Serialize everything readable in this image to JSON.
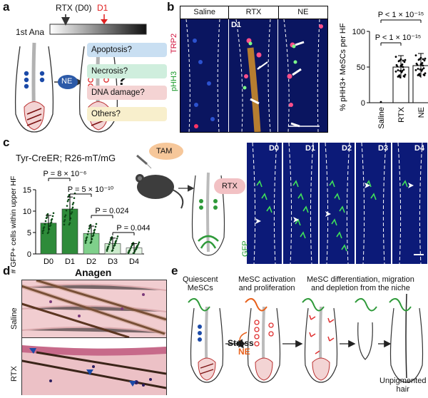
{
  "panel_a": {
    "label": "a",
    "rtx_label": "RTX (D0)",
    "d1_label": "D1",
    "phase_label": "1st Ana",
    "ne_label": "NE",
    "question_mark": "?",
    "options": [
      "Apoptosis?",
      "Necrosis?",
      "DNA damage?",
      "Others?"
    ],
    "option_colors": [
      "#c9dff2",
      "#cfeedd",
      "#f4d3d3",
      "#f8efcc"
    ]
  },
  "panel_b": {
    "label": "b",
    "conditions": [
      "Saline",
      "RTX",
      "NE"
    ],
    "day_label": "D1",
    "stain_pos": "pHH3",
    "stain_neg": "TRP2",
    "p_value_1": "P < 1 × 10⁻¹⁵",
    "p_value_2": "P < 1 × 10⁻¹⁵",
    "chart_data": {
      "type": "bar",
      "categories": [
        "Saline",
        "RTX",
        "NE"
      ],
      "values": [
        0,
        50,
        52
      ],
      "errors": [
        0,
        16,
        17
      ],
      "ylabel": "% pHH3+ MeSCs per HF",
      "ylim": [
        0,
        100
      ],
      "yticks": [
        0,
        50,
        100
      ]
    }
  },
  "panel_c": {
    "label": "c",
    "genotype": "Tyr-CreER; R26-mT/mG",
    "tam_label": "TAM",
    "rtx_label": "RTX",
    "gfp_label": "GFP",
    "days": [
      "D0",
      "D1",
      "D2",
      "D3",
      "D4"
    ],
    "p_values": [
      "P = 8 × 10⁻⁶",
      "P = 5 × 10⁻¹⁰",
      "P = 0.024",
      "P = 0.044"
    ],
    "chart_data": {
      "type": "bar",
      "categories": [
        "D0",
        "D1",
        "D2",
        "D3",
        "D4"
      ],
      "values": [
        7.2,
        10.5,
        4.8,
        2.4,
        1.4
      ],
      "errors": [
        1.8,
        2.8,
        1.7,
        1.3,
        1.0
      ],
      "ylabel": "# GFP+ cells within upper HF",
      "ylim": [
        0,
        15
      ],
      "yticks": [
        0,
        5,
        10,
        15
      ],
      "bar_colors": [
        "#2e8b3a",
        "#2e8b3a",
        "#7fd08b",
        "#cdeccd",
        "#e6f6e6"
      ]
    }
  },
  "panel_d": {
    "label": "d",
    "title": "Anagen",
    "rows": [
      "Saline",
      "RTX"
    ]
  },
  "panel_e": {
    "label": "e",
    "stage1": "Quiescent MeSCs",
    "stage2": "MeSC activation and proliferation",
    "stage3": "MeSC differentiation, migration and depletion from the niche",
    "stress_label": "Stress",
    "ne_label": "NE",
    "final_label": "Unpigmented hair",
    "line1": [
      "Quiescent",
      "MeSCs"
    ],
    "line2": [
      "MeSC activation",
      "and proliferation"
    ],
    "line3": [
      "MeSC differentiation, migration",
      "and depletion from the niche"
    ],
    "final_lines": [
      "Unpigmented",
      "hair"
    ]
  }
}
